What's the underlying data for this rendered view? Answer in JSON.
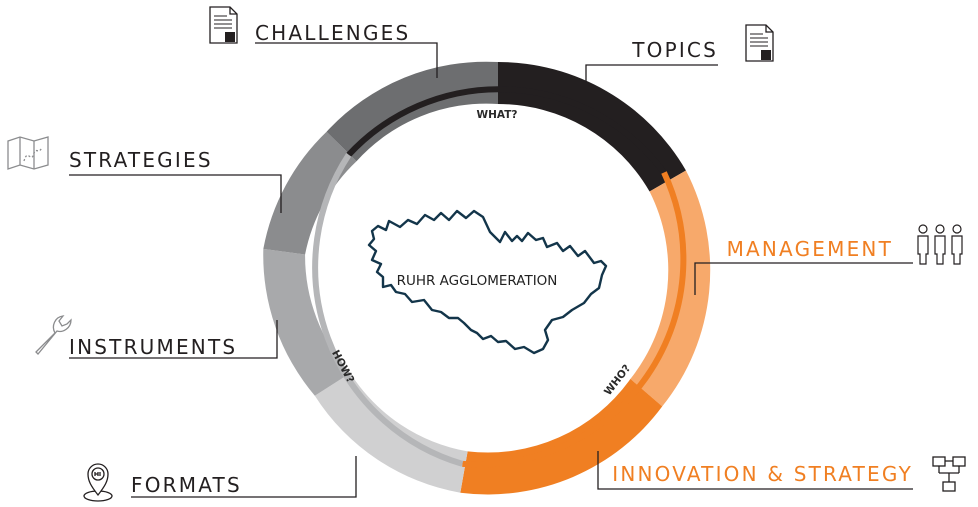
{
  "center": {
    "label": "RUHR AGGLOMERATION"
  },
  "ring_labels": {
    "what": "WHAT?",
    "how": "HOW?",
    "who": "WHO?"
  },
  "segments": {
    "topics": {
      "label": "TOPICS",
      "color": "#231f20"
    },
    "challenges": {
      "label": "CHALLENGES",
      "color": "#6d6e70"
    },
    "strategies": {
      "label": "STRATEGIES",
      "color": "#8b8c8e"
    },
    "instruments": {
      "label": "INSTRUMENTS",
      "color": "#a8a9ab"
    },
    "formats": {
      "label": "FORMATS",
      "color": "#d0d0d1"
    },
    "innovation": {
      "label": "INNOVATION & STRATEGY",
      "color": "#f07f22"
    },
    "management": {
      "label": "MANAGEMENT",
      "color": "#f7a96b"
    }
  },
  "colors": {
    "dark_text": "#231f20",
    "accent": "#f07f22",
    "inner_dark": "#231f20",
    "inner_grey": "#b5b6b8",
    "inner_orange": "#f07f22"
  },
  "icons": {
    "topics": "document-icon",
    "challenges": "document-icon",
    "strategies": "map-icon",
    "instruments": "wrench-icon",
    "formats": "location-pin-icon",
    "innovation": "network-icon",
    "management": "people-icon"
  }
}
